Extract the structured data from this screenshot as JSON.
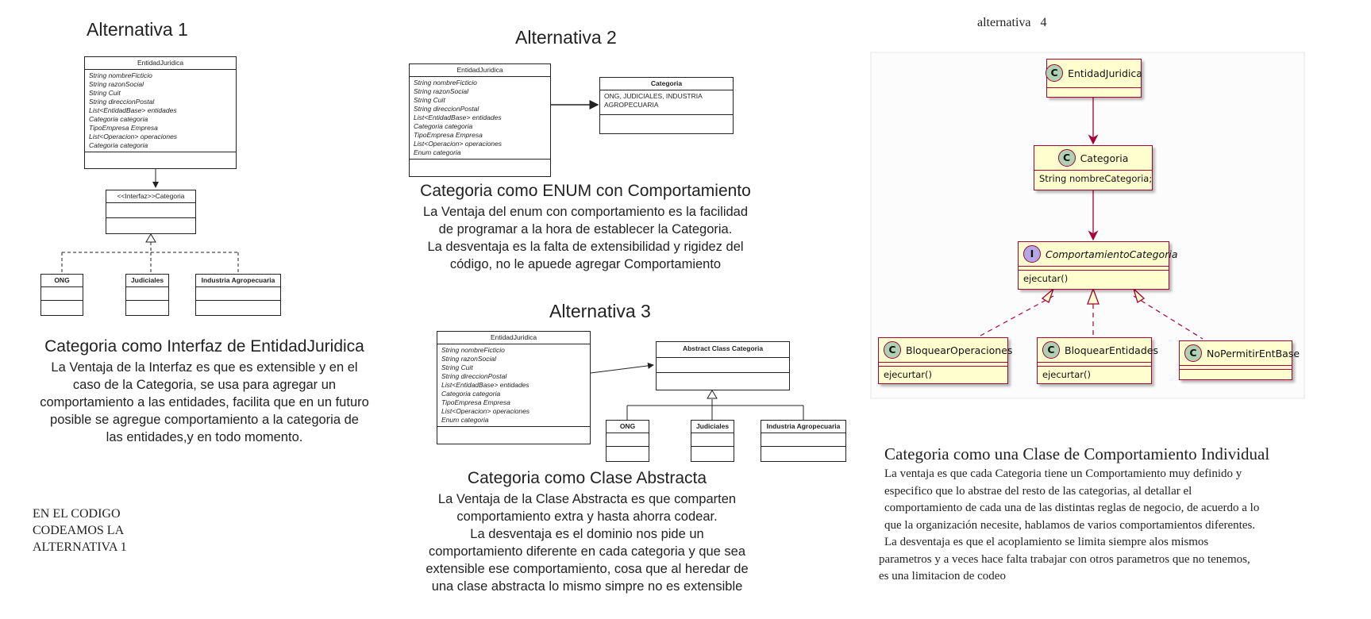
{
  "alt1": {
    "title": "Alternativa 1",
    "entidad": {
      "name": "EntidadJuridica",
      "attributes": [
        "String nombreFicticio",
        "String razonSocial",
        "String Cuit",
        "String direccionPostal",
        "List<EntidadBase> entidades",
        "Categoria categoria",
        "TipoEmpresa Empresa",
        "List<Operacion> operaciones",
        "Categoria categoria"
      ]
    },
    "interfaz": "<<Interfaz>>Categoria",
    "subclasses": [
      "ONG",
      "Judiciales",
      "Industria Agropecuaria"
    ],
    "subtitle": "Categoria como Interfaz de EntidadJuridica",
    "paragraph": [
      "La Ventaja de la Interfaz es que es extensible y en el",
      "caso de la Categoria, se usa para agregar un",
      "comportamiento a las entidades, facilita que en un futuro",
      "posible se agregue comportamiento a la  categoria de",
      "las entidades,y en todo momento."
    ],
    "note": [
      "EN EL CODIGO",
      "CODEAMOS LA",
      "ALTERNATIVA 1"
    ]
  },
  "alt2": {
    "title": "Alternativa 2",
    "entidad": {
      "name": "EntidadJuridica",
      "attributes": [
        "String nombreFicticio",
        "String razonSocial",
        "String Cuit",
        "String direccionPostal",
        "List<EntidadBase> entidades",
        "Categoria categoria",
        "TipoEmpresa Empresa",
        "List<Operacion> operaciones",
        "Enum categoria"
      ]
    },
    "categoria": {
      "name": "Categoria",
      "values": [
        "ONG,  JUDICIALES,  INDUSTRIA",
        "AGROPECUARIA"
      ]
    },
    "subtitle": "Categoria como ENUM con Comportamiento",
    "paragraph": [
      "La Ventaja del enum con comportamiento es la facilidad",
      "de programar a la hora de establecer la Categoria.",
      "La desventaja es la falta de extensibilidad y rigidez del",
      "código, no le apuede agregar Comportamiento"
    ]
  },
  "alt3": {
    "title": "Alternativa 3",
    "entidad": {
      "name": "EntidadJuridica",
      "attributes": [
        "String nombreFicticio",
        "String razonSocial",
        "String Cuit",
        "String direccionPostal",
        "List<EntidadBase> entidades",
        "Categoria categoria",
        "TipoEmpresa Empresa",
        "List<Operacion> operaciones",
        "Enum categoria"
      ]
    },
    "abstract": "Abstract Class Categoria",
    "subclasses": [
      "ONG",
      "Judiciales",
      "Industria Agropecuaria"
    ],
    "subtitle": "Categoria como Clase Abstracta",
    "paragraph": [
      "La Ventaja de la Clase Abstracta es que comparten",
      "comportamiento extra y hasta ahorra codear.",
      "La desventaja es  el dominio nos pide un",
      "comportamiento diferente en cada categoria y que sea",
      "extensible ese comportamiento, cosa que al heredar de",
      "una clase abstracta lo mismo simpre no es extensible"
    ]
  },
  "alt4": {
    "title": "alternativa   4",
    "class_icon": "C",
    "interface_icon": "I",
    "entidad": "EntidadJuridica",
    "categoria": {
      "name": "Categoria",
      "field": "String nombreCategoria;"
    },
    "comportamiento": {
      "name": "ComportamientoCategoria",
      "method": "ejecutar()"
    },
    "impls": [
      {
        "name": "BloquearOperaciones",
        "method": "ejecurtar()"
      },
      {
        "name": "BloquearEntidades",
        "method": "ejecurtar()"
      },
      {
        "name": "NoPermitirEntBase",
        "method": ""
      }
    ],
    "subtitle": "Categoria como una Clase de Comportamiento Individual",
    "paragraph": [
      "La ventaja es que cada Categoria tiene un Comportamiento muy definido y",
      "especifico que lo abstrae del resto de las categorias, al detallar el",
      "comportamiento de cada una de las distintas reglas de negocio, de acuerdo a lo",
      "que la organización necesite, hablamos de varios comportamientos diferentes.",
      "La desventaja es que el acoplamiento se limita siempre alos mismos",
      "parametros y a veces hace falta trabajar con otros parametros que no tenemos,",
      "es una limitacion de codeo"
    ]
  },
  "colors": {
    "plantuml_fill": "#fefece",
    "plantuml_border": "#a80036",
    "class_circle": "#add1b2",
    "interface_circle": "#b4a7e5"
  }
}
